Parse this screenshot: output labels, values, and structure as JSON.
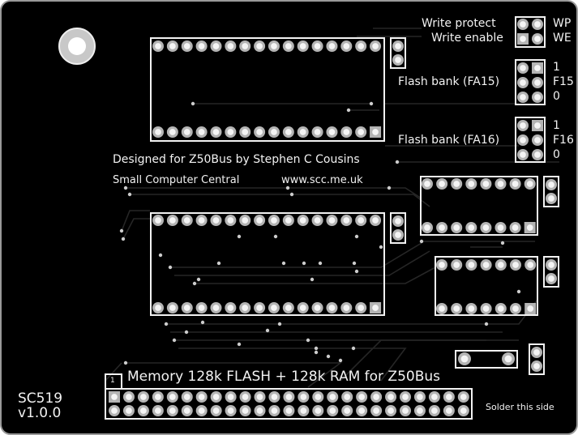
{
  "board": {
    "title": "Memory 128k FLASH + 128k RAM for Z50Bus",
    "designed_by": "Designed for Z50Bus by Stephen C Cousins",
    "company": "Small Computer Central",
    "website": "www.scc.me.uk",
    "model": "SC519",
    "version": "v1.0.0",
    "solder_note": "Solder this side",
    "pin1_label": "1"
  },
  "jumpers": {
    "write_protect": "Write protect",
    "write_enable": "Write enable",
    "wp": "WP",
    "we": "WE",
    "fa15_label": "Flash bank (FA15)",
    "fa15_1": "1",
    "fa15_name": "F15",
    "fa15_0": "0",
    "fa16_label": "Flash bank (FA16)",
    "fa16_1": "1",
    "fa16_name": "F16",
    "fa16_0": "0"
  },
  "colors": {
    "board": "#000000",
    "silk": "#f2f2f2",
    "pad": "#b4b4b4",
    "trace": "#2a2a2a"
  }
}
